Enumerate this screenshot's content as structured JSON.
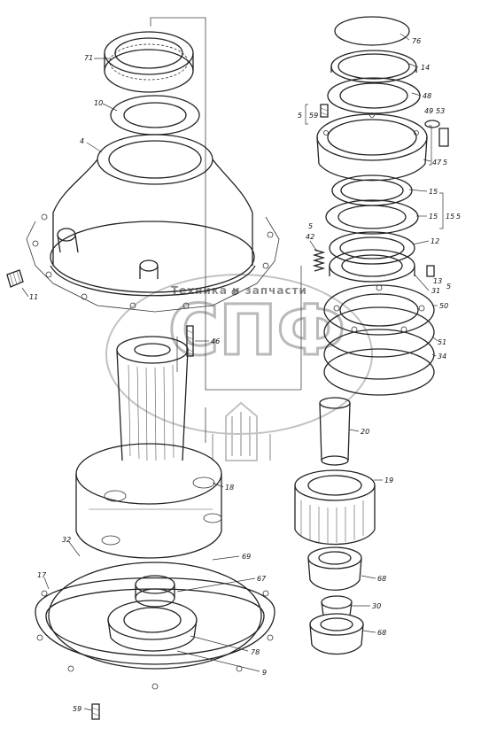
{
  "watermark": {
    "text": "Техника и запчасти",
    "letters": "СПФ"
  },
  "callouts": [
    {
      "id": "71",
      "label": "71"
    },
    {
      "id": "10",
      "label": "10"
    },
    {
      "id": "4",
      "label": "4"
    },
    {
      "id": "11",
      "label": "11"
    },
    {
      "id": "46",
      "label": "46"
    },
    {
      "id": "18",
      "label": "18"
    },
    {
      "id": "32",
      "label": "32"
    },
    {
      "id": "17",
      "label": "17"
    },
    {
      "id": "69",
      "label": "69"
    },
    {
      "id": "67",
      "label": "67"
    },
    {
      "id": "78",
      "label": "78"
    },
    {
      "id": "9",
      "label": "9"
    },
    {
      "id": "59b",
      "label": "59"
    },
    {
      "id": "76",
      "label": "76"
    },
    {
      "id": "14",
      "label": "14"
    },
    {
      "id": "48",
      "label": "48"
    },
    {
      "id": "49",
      "label": "49"
    },
    {
      "id": "53",
      "label": "53"
    },
    {
      "id": "g5a",
      "label": "5"
    },
    {
      "id": "59a",
      "label": "59"
    },
    {
      "id": "47",
      "label": "47"
    },
    {
      "id": "g5b",
      "label": "5"
    },
    {
      "id": "15a",
      "label": "15"
    },
    {
      "id": "15b",
      "label": "15"
    },
    {
      "id": "g15",
      "label": "15"
    },
    {
      "id": "g5c",
      "label": "5"
    },
    {
      "id": "g5d",
      "label": "5"
    },
    {
      "id": "42",
      "label": "42"
    },
    {
      "id": "12",
      "label": "12"
    },
    {
      "id": "13",
      "label": "13"
    },
    {
      "id": "31",
      "label": "31"
    },
    {
      "id": "g5e",
      "label": "5"
    },
    {
      "id": "50",
      "label": "50"
    },
    {
      "id": "51",
      "label": "51"
    },
    {
      "id": "34",
      "label": "34"
    },
    {
      "id": "20",
      "label": "20"
    },
    {
      "id": "19",
      "label": "19"
    },
    {
      "id": "68a",
      "label": "68"
    },
    {
      "id": "30",
      "label": "30"
    },
    {
      "id": "68b",
      "label": "68"
    }
  ]
}
